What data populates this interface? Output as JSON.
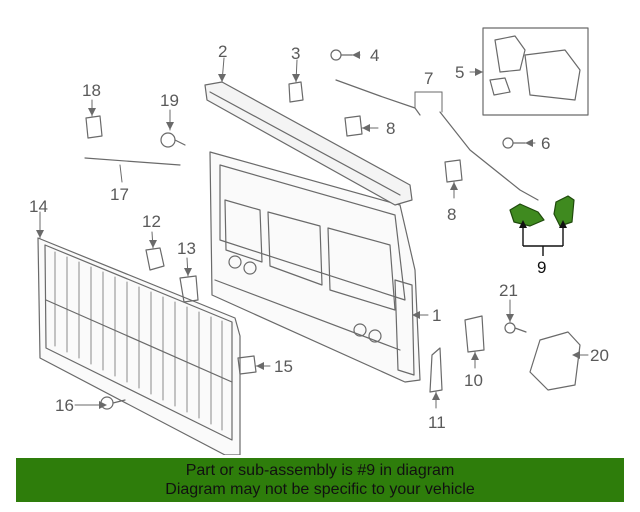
{
  "callouts": {
    "c1": "1",
    "c2": "2",
    "c3": "3",
    "c4": "4",
    "c5": "5",
    "c6": "6",
    "c7": "7",
    "c8a": "8",
    "c8b": "8",
    "c9": "9",
    "c10": "10",
    "c11": "11",
    "c12": "12",
    "c13": "13",
    "c14": "14",
    "c15": "15",
    "c16": "16",
    "c17": "17",
    "c18": "18",
    "c19": "19",
    "c20": "20",
    "c21": "21"
  },
  "banner": {
    "line1": "Part or sub-assembly is #9 in diagram",
    "line2": "Diagram may not be specific to your vehicle",
    "color": "#2e7d0b"
  },
  "highlight_color": "#3f8a1f"
}
